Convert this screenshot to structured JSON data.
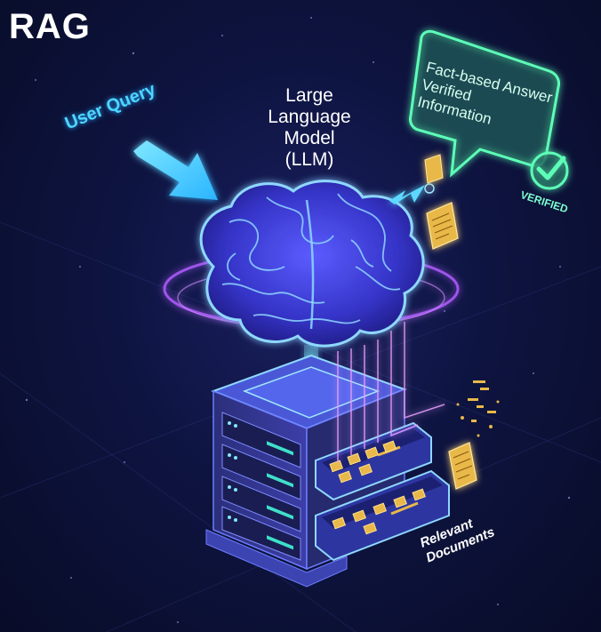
{
  "title": "RAG",
  "llm_label": [
    "Large",
    "Language",
    "Model",
    "(LLM)"
  ],
  "user_query": "User Query",
  "answer_bubble": [
    "Fact-based Answer",
    "Verified",
    "Information"
  ],
  "verified_badge": "VERIFIED",
  "documents_label": [
    "Relevant",
    "Documents"
  ],
  "colors": {
    "background": "#0b1030",
    "accent_cyan": "#4fd6ff",
    "accent_green": "#5dffb8",
    "brain": "#3b3fd8",
    "glow_purple": "#b05cff",
    "gold": "#e8b84a"
  },
  "icons": [
    "brain-icon",
    "server-rack-icon",
    "arrow-icon",
    "speech-bubble-icon",
    "check-icon",
    "document-icon"
  ]
}
